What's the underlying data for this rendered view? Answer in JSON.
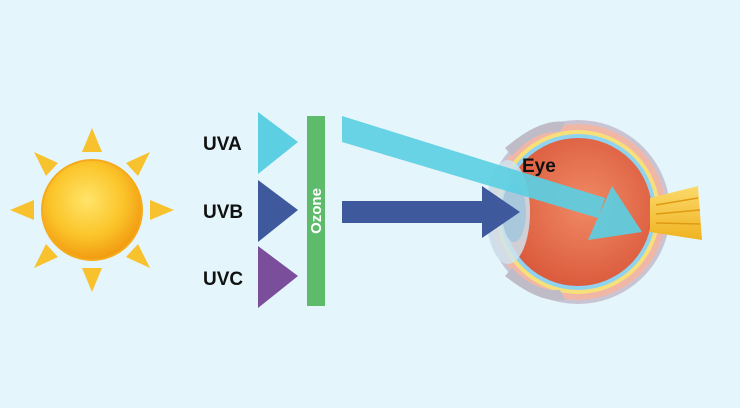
{
  "labels": {
    "uva": "UVA",
    "uvb": "UVB",
    "uvc": "UVC",
    "ozone": "Ozone",
    "eye": "Eye"
  },
  "colors": {
    "background": "#e4f6fb",
    "uva": "#5ccfe2",
    "uvb": "#3f5a9c",
    "uvc": "#7b4e9c",
    "ozone": "#5dbb6b",
    "sun_core": "#f8b51c",
    "sun_ray": "#f8c12e",
    "eyeball": "#e46a4a",
    "sclera": "#f1b7a6",
    "optic_nerve": "#f6c637"
  }
}
